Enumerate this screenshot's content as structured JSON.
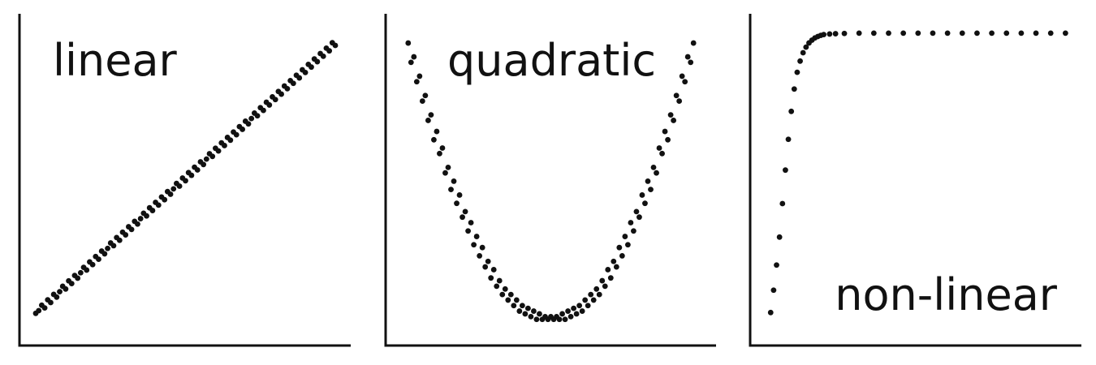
{
  "chart_data": [
    {
      "type": "scatter",
      "title": "linear",
      "xlabel": "",
      "ylabel": "",
      "grid": false,
      "xlim": [
        0,
        1
      ],
      "ylim": [
        -0.05,
        1.05
      ],
      "series": [
        {
          "points": [
            [
              0.0,
              0.0
            ],
            [
              0.01,
              0.01
            ],
            [
              0.02,
              0.03
            ],
            [
              0.03,
              0.02
            ],
            [
              0.04,
              0.05
            ],
            [
              0.05,
              0.04
            ],
            [
              0.06,
              0.07
            ],
            [
              0.07,
              0.06
            ],
            [
              0.08,
              0.08
            ],
            [
              0.09,
              0.1
            ],
            [
              0.1,
              0.09
            ],
            [
              0.11,
              0.12
            ],
            [
              0.12,
              0.11
            ],
            [
              0.13,
              0.14
            ],
            [
              0.14,
              0.13
            ],
            [
              0.15,
              0.15
            ],
            [
              0.16,
              0.17
            ],
            [
              0.17,
              0.16
            ],
            [
              0.18,
              0.19
            ],
            [
              0.19,
              0.18
            ],
            [
              0.2,
              0.21
            ],
            [
              0.21,
              0.2
            ],
            [
              0.22,
              0.23
            ],
            [
              0.23,
              0.22
            ],
            [
              0.24,
              0.24
            ],
            [
              0.25,
              0.26
            ],
            [
              0.26,
              0.25
            ],
            [
              0.27,
              0.28
            ],
            [
              0.28,
              0.27
            ],
            [
              0.29,
              0.3
            ],
            [
              0.3,
              0.29
            ],
            [
              0.31,
              0.32
            ],
            [
              0.32,
              0.31
            ],
            [
              0.33,
              0.34
            ],
            [
              0.34,
              0.33
            ],
            [
              0.35,
              0.35
            ],
            [
              0.36,
              0.37
            ],
            [
              0.37,
              0.36
            ],
            [
              0.38,
              0.39
            ],
            [
              0.39,
              0.38
            ],
            [
              0.4,
              0.41
            ],
            [
              0.41,
              0.4
            ],
            [
              0.42,
              0.43
            ],
            [
              0.43,
              0.42
            ],
            [
              0.44,
              0.45
            ],
            [
              0.45,
              0.44
            ],
            [
              0.46,
              0.46
            ],
            [
              0.47,
              0.48
            ],
            [
              0.48,
              0.47
            ],
            [
              0.49,
              0.5
            ],
            [
              0.5,
              0.49
            ],
            [
              0.51,
              0.52
            ],
            [
              0.52,
              0.51
            ],
            [
              0.53,
              0.54
            ],
            [
              0.54,
              0.53
            ],
            [
              0.55,
              0.56
            ],
            [
              0.56,
              0.55
            ],
            [
              0.57,
              0.57
            ],
            [
              0.58,
              0.59
            ],
            [
              0.59,
              0.58
            ],
            [
              0.6,
              0.61
            ],
            [
              0.61,
              0.6
            ],
            [
              0.62,
              0.63
            ],
            [
              0.63,
              0.62
            ],
            [
              0.64,
              0.65
            ],
            [
              0.65,
              0.64
            ],
            [
              0.66,
              0.67
            ],
            [
              0.67,
              0.66
            ],
            [
              0.68,
              0.69
            ],
            [
              0.69,
              0.68
            ],
            [
              0.7,
              0.71
            ],
            [
              0.71,
              0.7
            ],
            [
              0.72,
              0.72
            ],
            [
              0.73,
              0.74
            ],
            [
              0.74,
              0.73
            ],
            [
              0.75,
              0.76
            ],
            [
              0.76,
              0.75
            ],
            [
              0.77,
              0.78
            ],
            [
              0.78,
              0.77
            ],
            [
              0.79,
              0.8
            ],
            [
              0.8,
              0.79
            ],
            [
              0.81,
              0.82
            ],
            [
              0.82,
              0.81
            ],
            [
              0.83,
              0.84
            ],
            [
              0.84,
              0.83
            ],
            [
              0.85,
              0.86
            ],
            [
              0.86,
              0.85
            ],
            [
              0.87,
              0.88
            ],
            [
              0.88,
              0.87
            ],
            [
              0.89,
              0.9
            ],
            [
              0.9,
              0.89
            ],
            [
              0.91,
              0.92
            ],
            [
              0.92,
              0.91
            ],
            [
              0.93,
              0.94
            ],
            [
              0.94,
              0.93
            ],
            [
              0.95,
              0.96
            ],
            [
              0.96,
              0.95
            ],
            [
              0.97,
              0.98
            ],
            [
              0.98,
              0.97
            ],
            [
              0.99,
              1.0
            ],
            [
              1.0,
              0.99
            ]
          ]
        }
      ]
    },
    {
      "type": "scatter",
      "title": "quadratic",
      "xlabel": "",
      "ylabel": "",
      "grid": false,
      "xlim": [
        -1.05,
        1.05
      ],
      "ylim": [
        -0.03,
        1.05
      ],
      "series": [
        {
          "points": [
            [
              -1.0,
              1.0
            ],
            [
              -0.98,
              0.93
            ],
            [
              -0.96,
              0.95
            ],
            [
              -0.94,
              0.86
            ],
            [
              -0.92,
              0.88
            ],
            [
              -0.9,
              0.79
            ],
            [
              -0.88,
              0.81
            ],
            [
              -0.86,
              0.72
            ],
            [
              -0.84,
              0.74
            ],
            [
              -0.82,
              0.65
            ],
            [
              -0.8,
              0.68
            ],
            [
              -0.78,
              0.6
            ],
            [
              -0.76,
              0.62
            ],
            [
              -0.74,
              0.53
            ],
            [
              -0.72,
              0.55
            ],
            [
              -0.7,
              0.47
            ],
            [
              -0.68,
              0.5
            ],
            [
              -0.66,
              0.42
            ],
            [
              -0.64,
              0.45
            ],
            [
              -0.62,
              0.37
            ],
            [
              -0.6,
              0.39
            ],
            [
              -0.58,
              0.32
            ],
            [
              -0.56,
              0.35
            ],
            [
              -0.54,
              0.27
            ],
            [
              -0.52,
              0.3
            ],
            [
              -0.5,
              0.23
            ],
            [
              -0.48,
              0.26
            ],
            [
              -0.46,
              0.19
            ],
            [
              -0.44,
              0.21
            ],
            [
              -0.42,
              0.15
            ],
            [
              -0.4,
              0.18
            ],
            [
              -0.38,
              0.12
            ],
            [
              -0.36,
              0.14
            ],
            [
              -0.34,
              0.09
            ],
            [
              -0.32,
              0.11
            ],
            [
              -0.3,
              0.07
            ],
            [
              -0.28,
              0.09
            ],
            [
              -0.26,
              0.05
            ],
            [
              -0.24,
              0.07
            ],
            [
              -0.22,
              0.03
            ],
            [
              -0.2,
              0.05
            ],
            [
              -0.18,
              0.02
            ],
            [
              -0.16,
              0.04
            ],
            [
              -0.14,
              0.01
            ],
            [
              -0.12,
              0.03
            ],
            [
              -0.1,
              0.0
            ],
            [
              -0.08,
              0.02
            ],
            [
              -0.06,
              0.0
            ],
            [
              -0.04,
              0.01
            ],
            [
              -0.02,
              0.0
            ],
            [
              0.0,
              0.01
            ],
            [
              0.02,
              0.0
            ],
            [
              0.04,
              0.01
            ],
            [
              0.06,
              0.0
            ],
            [
              0.08,
              0.02
            ],
            [
              0.1,
              0.0
            ],
            [
              0.12,
              0.03
            ],
            [
              0.14,
              0.01
            ],
            [
              0.16,
              0.04
            ],
            [
              0.18,
              0.02
            ],
            [
              0.2,
              0.05
            ],
            [
              0.22,
              0.03
            ],
            [
              0.24,
              0.07
            ],
            [
              0.26,
              0.05
            ],
            [
              0.28,
              0.09
            ],
            [
              0.3,
              0.07
            ],
            [
              0.32,
              0.11
            ],
            [
              0.34,
              0.09
            ],
            [
              0.36,
              0.14
            ],
            [
              0.38,
              0.12
            ],
            [
              0.4,
              0.18
            ],
            [
              0.42,
              0.15
            ],
            [
              0.44,
              0.21
            ],
            [
              0.46,
              0.19
            ],
            [
              0.48,
              0.26
            ],
            [
              0.5,
              0.23
            ],
            [
              0.52,
              0.3
            ],
            [
              0.54,
              0.27
            ],
            [
              0.56,
              0.35
            ],
            [
              0.58,
              0.32
            ],
            [
              0.6,
              0.39
            ],
            [
              0.62,
              0.37
            ],
            [
              0.64,
              0.45
            ],
            [
              0.66,
              0.42
            ],
            [
              0.68,
              0.5
            ],
            [
              0.7,
              0.47
            ],
            [
              0.72,
              0.55
            ],
            [
              0.74,
              0.53
            ],
            [
              0.76,
              0.62
            ],
            [
              0.78,
              0.6
            ],
            [
              0.8,
              0.68
            ],
            [
              0.82,
              0.65
            ],
            [
              0.84,
              0.74
            ],
            [
              0.86,
              0.72
            ],
            [
              0.88,
              0.81
            ],
            [
              0.9,
              0.79
            ],
            [
              0.92,
              0.88
            ],
            [
              0.94,
              0.86
            ],
            [
              0.96,
              0.95
            ],
            [
              0.98,
              0.93
            ],
            [
              1.0,
              1.0
            ]
          ]
        }
      ]
    },
    {
      "type": "scatter",
      "title": "non-linear",
      "xlabel": "",
      "ylabel": "",
      "grid": false,
      "xlim": [
        -0.02,
        1.01
      ],
      "ylim": [
        -0.06,
        1.02
      ],
      "series": [
        {
          "points": [
            [
              0.0,
              0.0
            ],
            [
              0.01,
              0.08
            ],
            [
              0.02,
              0.17
            ],
            [
              0.03,
              0.27
            ],
            [
              0.04,
              0.39
            ],
            [
              0.05,
              0.51
            ],
            [
              0.06,
              0.62
            ],
            [
              0.07,
              0.72
            ],
            [
              0.08,
              0.8
            ],
            [
              0.09,
              0.86
            ],
            [
              0.1,
              0.9
            ],
            [
              0.11,
              0.93
            ],
            [
              0.12,
              0.95
            ],
            [
              0.13,
              0.965
            ],
            [
              0.14,
              0.975
            ],
            [
              0.15,
              0.983
            ],
            [
              0.16,
              0.988
            ],
            [
              0.17,
              0.992
            ],
            [
              0.18,
              0.995
            ],
            [
              0.2,
              0.997
            ],
            [
              0.22,
              0.998
            ],
            [
              0.25,
              0.999
            ],
            [
              0.3,
              1.0
            ],
            [
              0.35,
              1.0
            ],
            [
              0.4,
              1.0
            ],
            [
              0.45,
              1.0
            ],
            [
              0.5,
              1.0
            ],
            [
              0.55,
              1.0
            ],
            [
              0.6,
              1.0
            ],
            [
              0.65,
              1.0
            ],
            [
              0.7,
              1.0
            ],
            [
              0.75,
              1.0
            ],
            [
              0.8,
              1.0
            ],
            [
              0.85,
              1.0
            ],
            [
              0.9,
              1.0
            ],
            [
              0.95,
              1.0
            ],
            [
              1.0,
              1.0
            ]
          ]
        }
      ]
    }
  ]
}
